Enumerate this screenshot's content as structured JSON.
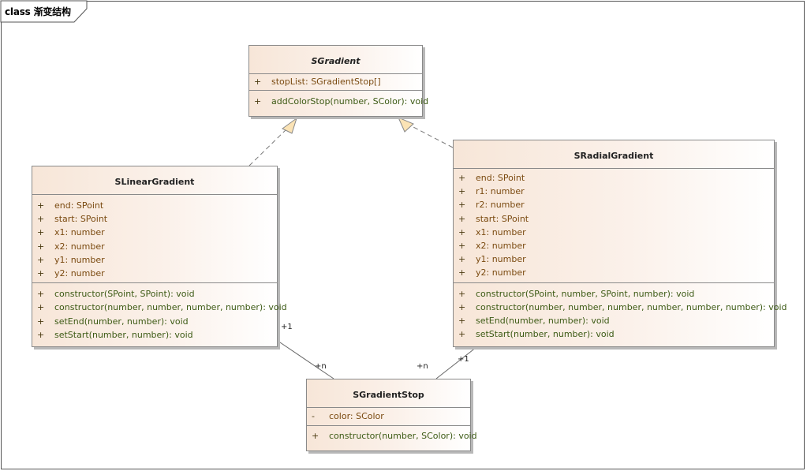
{
  "frame_title": "class 渐变结构",
  "classes": {
    "sgradient": {
      "name": "SGradient",
      "attributes": [
        {
          "vis": "+",
          "text": "stopList: SGradientStop[]"
        }
      ],
      "operations": [
        {
          "vis": "+",
          "text": "addColorStop(number, SColor): void"
        }
      ]
    },
    "slinear": {
      "name": "SLinearGradient",
      "attributes": [
        {
          "vis": "+",
          "text": "end: SPoint"
        },
        {
          "vis": "+",
          "text": "start: SPoint"
        },
        {
          "vis": "+",
          "text": "x1: number"
        },
        {
          "vis": "+",
          "text": "x2: number"
        },
        {
          "vis": "+",
          "text": "y1: number"
        },
        {
          "vis": "+",
          "text": "y2: number"
        }
      ],
      "operations": [
        {
          "vis": "+",
          "text": "constructor(SPoint, SPoint): void"
        },
        {
          "vis": "+",
          "text": "constructor(number, number, number, number): void"
        },
        {
          "vis": "+",
          "text": "setEnd(number, number): void"
        },
        {
          "vis": "+",
          "text": "setStart(number, number): void"
        }
      ]
    },
    "sradial": {
      "name": "SRadialGradient",
      "attributes": [
        {
          "vis": "+",
          "text": "end: SPoint"
        },
        {
          "vis": "+",
          "text": "r1: number"
        },
        {
          "vis": "+",
          "text": "r2: number"
        },
        {
          "vis": "+",
          "text": "start: SPoint"
        },
        {
          "vis": "+",
          "text": "x1: number"
        },
        {
          "vis": "+",
          "text": "x2: number"
        },
        {
          "vis": "+",
          "text": "y1: number"
        },
        {
          "vis": "+",
          "text": "y2: number"
        }
      ],
      "operations": [
        {
          "vis": "+",
          "text": "constructor(SPoint, number, SPoint, number): void"
        },
        {
          "vis": "+",
          "text": "constructor(number, number, number, number, number, number): void"
        },
        {
          "vis": "+",
          "text": "setEnd(number, number): void"
        },
        {
          "vis": "+",
          "text": "setStart(number, number): void"
        }
      ]
    },
    "sstop": {
      "name": "SGradientStop",
      "attributes": [
        {
          "vis": "-",
          "text": "color: SColor"
        }
      ],
      "operations": [
        {
          "vis": "+",
          "text": "constructor(number, SColor): void"
        }
      ]
    }
  },
  "multiplicities": {
    "linear_end": "+1",
    "linear_stop_end": "+n",
    "radial_stop_end": "+n",
    "radial_end": "+1"
  }
}
